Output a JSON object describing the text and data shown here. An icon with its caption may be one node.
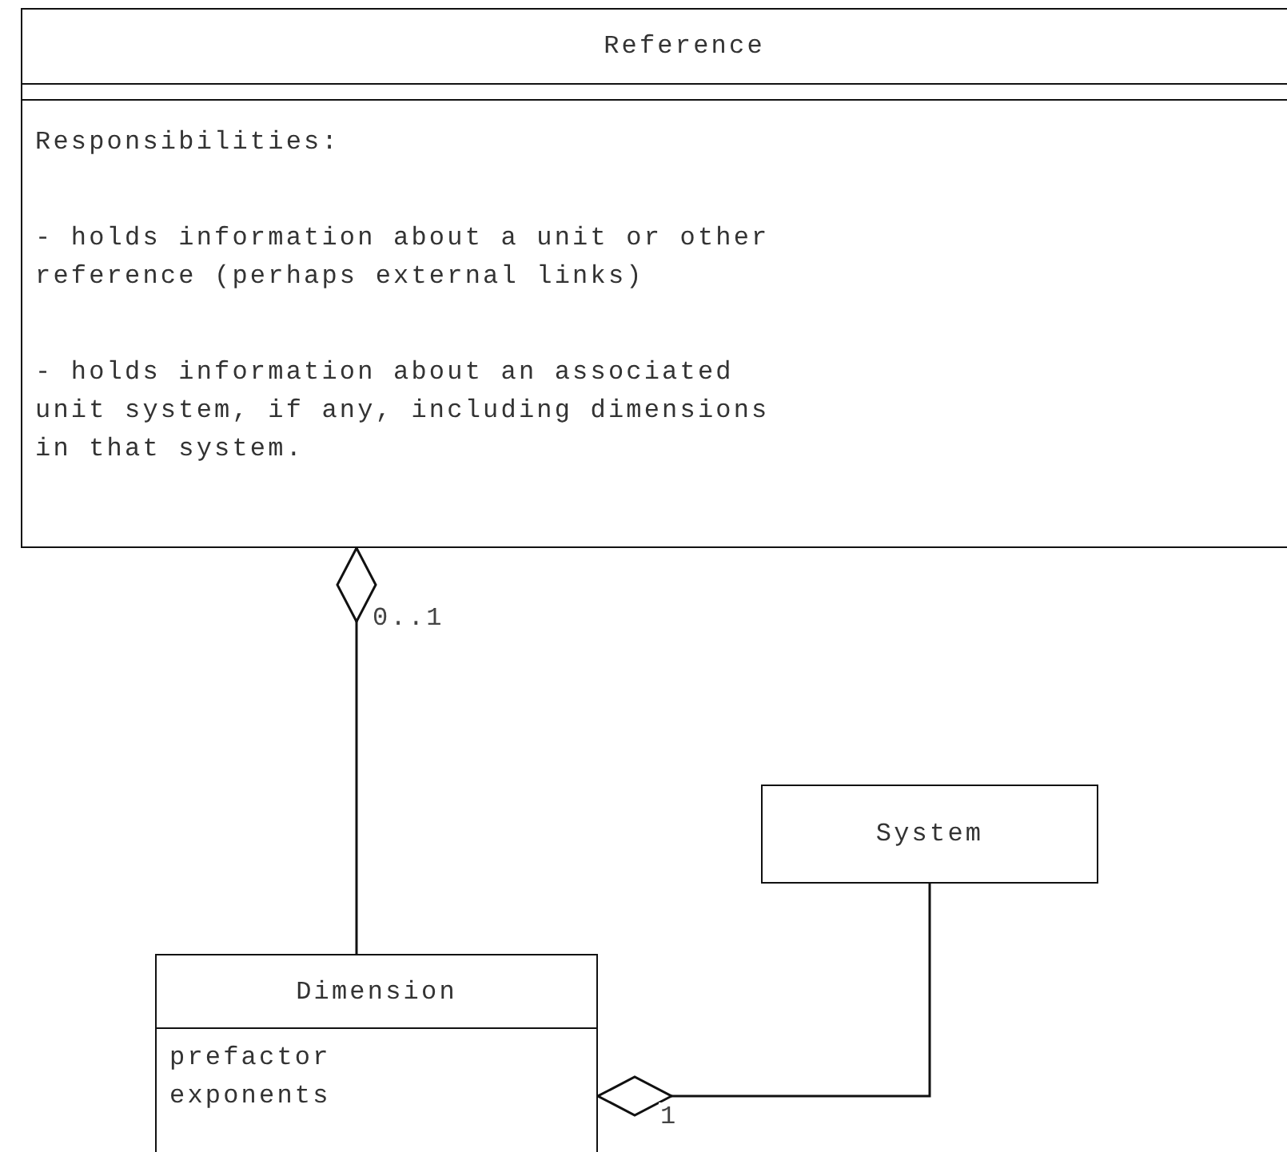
{
  "diagram": {
    "nodes": [
      {
        "text": [
          "Reference",
          "Responsibilities:",
          "- holds information about a unit or other reference (perhaps external links)",
          "- holds information about an associated unit system, if any, including dimensions in that system."
        ]
      },
      {
        "text": [
          "System"
        ]
      },
      {
        "text": [
          "Dimension",
          "prefactor",
          "exponents"
        ]
      }
    ],
    "edges": [
      {
        "from": 2,
        "to": 0,
        "arrow": "other",
        "label": "0..1"
      },
      {
        "from": 1,
        "to": 2,
        "arrow": "other",
        "label": "1"
      }
    ]
  }
}
